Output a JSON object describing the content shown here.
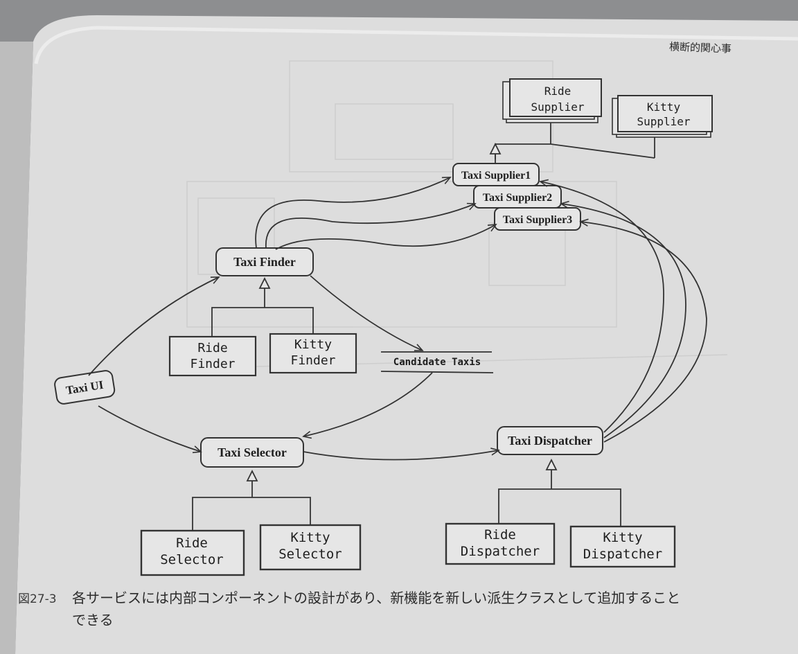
{
  "header": {
    "title": "横断的関心事"
  },
  "diagram": {
    "ride_supplier": [
      "Ride",
      "Supplier"
    ],
    "kitty_supplier": [
      "Kitty",
      "Supplier"
    ],
    "taxi_supplier1": "Taxi Supplier1",
    "taxi_supplier2": "Taxi Supplier2",
    "taxi_supplier3": "Taxi Supplier3",
    "taxi_finder": "Taxi Finder",
    "ride_finder": [
      "Ride",
      "Finder"
    ],
    "kitty_finder": [
      "Kitty",
      "Finder"
    ],
    "candidate_taxis": "Candidate Taxis",
    "taxi_ui": "Taxi UI",
    "taxi_selector": "Taxi Selector",
    "ride_selector": [
      "Ride",
      "Selector"
    ],
    "kitty_selector": [
      "Kitty",
      "Selector"
    ],
    "taxi_dispatcher": "Taxi Dispatcher",
    "ride_dispatcher": [
      "Ride",
      "Dispatcher"
    ],
    "kitty_dispatcher": [
      "Kitty",
      "Dispatcher"
    ]
  },
  "caption": {
    "figure_number": "図27-3",
    "line1": "各サービスには内部コンポーネントの設計があり、新機能を新しい派生クラスとして追加すること",
    "line2": "できる"
  }
}
